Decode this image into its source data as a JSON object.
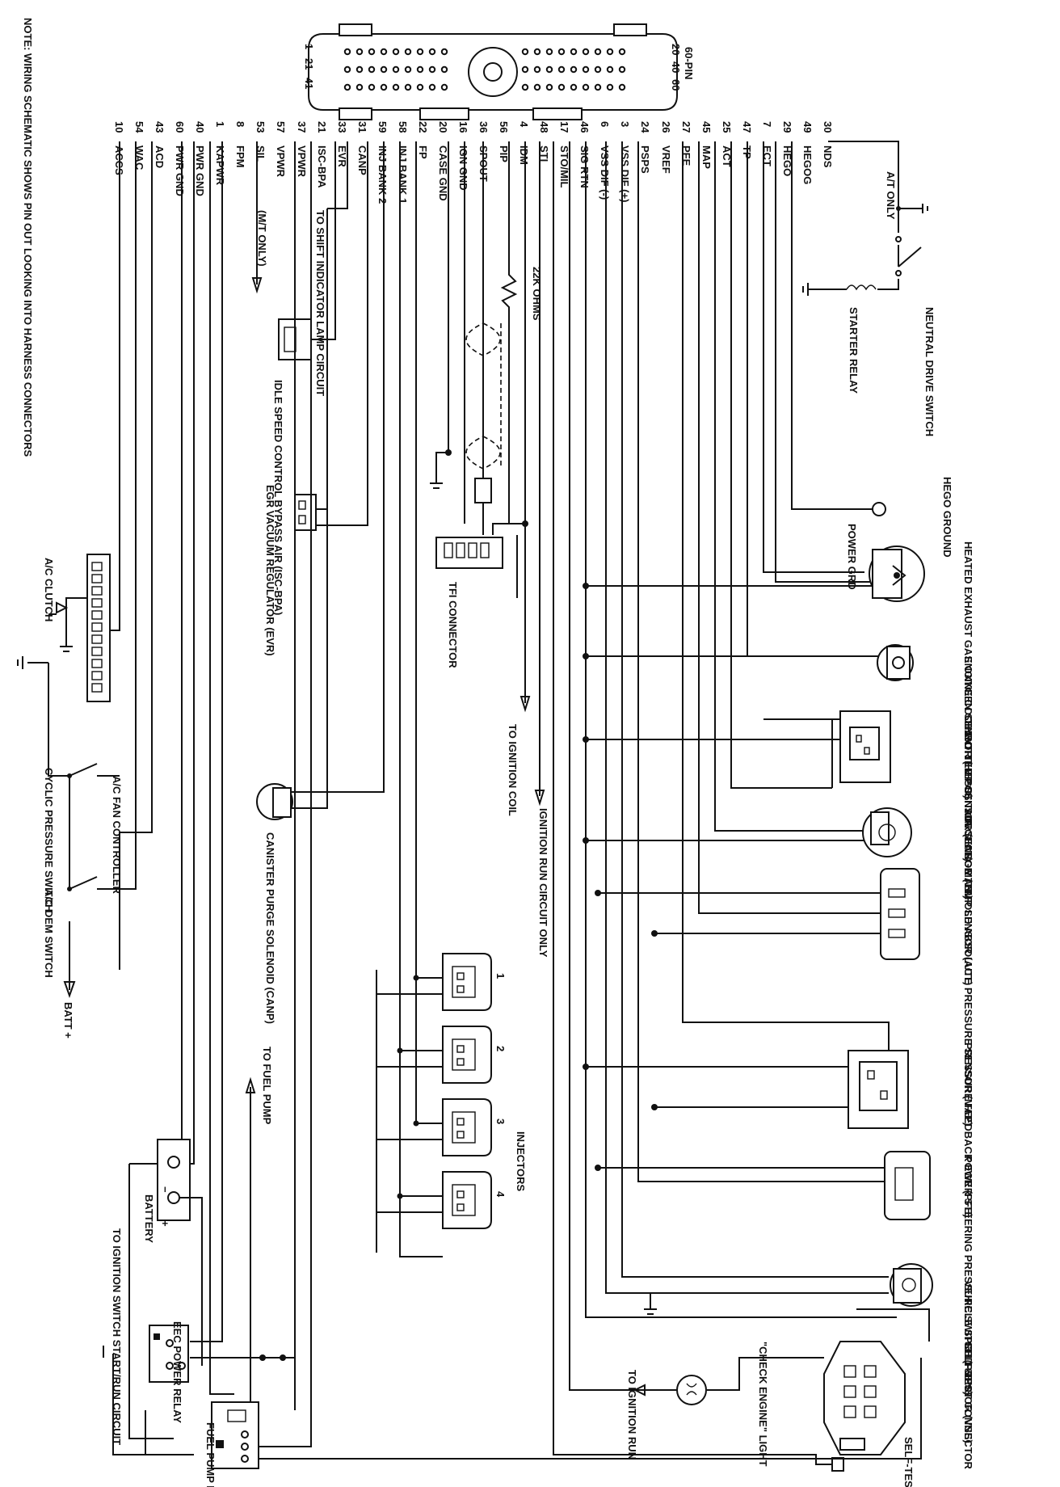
{
  "note": "NOTE: WIRING SCHEMATIC SHOWS PIN OUT LOOKING INTO HARNESS CONNECTORS",
  "connector": {
    "name": "60-PIN",
    "pin_refs_left": [
      "1",
      "21",
      "41"
    ],
    "pin_refs_right": [
      "20",
      "40",
      "60"
    ]
  },
  "pins": [
    {
      "num": "30",
      "name": "NDS"
    },
    {
      "num": "49",
      "name": "HEGOG"
    },
    {
      "num": "29",
      "name": "HEGO"
    },
    {
      "num": "7",
      "name": "ECT"
    },
    {
      "num": "47",
      "name": "TP"
    },
    {
      "num": "25",
      "name": "ACT"
    },
    {
      "num": "45",
      "name": "MAP"
    },
    {
      "num": "27",
      "name": "PFE"
    },
    {
      "num": "26",
      "name": "VREF"
    },
    {
      "num": "24",
      "name": "PSPS"
    },
    {
      "num": "3",
      "name": "VSS DIF (+)"
    },
    {
      "num": "6",
      "name": "VSS DIF (-)"
    },
    {
      "num": "46",
      "name": "SIG RTN"
    },
    {
      "num": "17",
      "name": "STO/MIL"
    },
    {
      "num": "48",
      "name": "STI"
    },
    {
      "num": "4",
      "name": "IDM"
    },
    {
      "num": "56",
      "name": "PIP"
    },
    {
      "num": "36",
      "name": "SPOUT"
    },
    {
      "num": "16",
      "name": "IGN GND"
    },
    {
      "num": "20",
      "name": "CASE GND"
    },
    {
      "num": "22",
      "name": "FP"
    },
    {
      "num": "58",
      "name": "INJ BANK 1"
    },
    {
      "num": "59",
      "name": "INJ BANK 2"
    },
    {
      "num": "31",
      "name": "CANP"
    },
    {
      "num": "33",
      "name": "EVR"
    },
    {
      "num": "21",
      "name": "ISC-BPA"
    },
    {
      "num": "37",
      "name": "VPWR"
    },
    {
      "num": "57",
      "name": "VPWR"
    },
    {
      "num": "53",
      "name": "SIL"
    },
    {
      "num": "8",
      "name": "FPM"
    },
    {
      "num": "1",
      "name": "KAPWR"
    },
    {
      "num": "40",
      "name": "PWR GND"
    },
    {
      "num": "60",
      "name": "PWR GND"
    },
    {
      "num": "43",
      "name": "ACD"
    },
    {
      "num": "54",
      "name": "WAC"
    },
    {
      "num": "10",
      "name": "ACCS"
    }
  ],
  "labels": {
    "at_only": "A/T ONLY",
    "neutral_drive": "NEUTRAL DRIVE SWITCH",
    "starter_relay": "STARTER RELAY",
    "hego_ground": "HEGO GROUND",
    "power_grd": "POWER GRD",
    "hego_sensor": "HEATED EXHAUST GAS OXYGEN SENSOR (HEGO)",
    "ect_sensor": "ENGINE COOLANT TEMP SENSOR (ECT)",
    "tp_sensor": "THROTTLE POSITION SENSOR (TP)",
    "act_sensor": "AIR CHARGE TEMP SENSOR (ACT)",
    "map_sensor": "MANIFOLD ABSOLUTE PRESSURE SENSOR (MAP)",
    "pfe_sensor": "PRESSURE FEEDBACK EGR (PFE)",
    "psps_switch": "POWER STEERING PRESSURE SWITCH (PSPS)",
    "vss_sensor": "VEHICLE SPEED SENSOR (VSS)",
    "self_test_conn": "SELF-TEST CONNECTOR",
    "self_test_input": "SELF-TEST INPUT (STI)",
    "check_engine": "\"CHECK ENGINE\" LIGHT",
    "to_ign_run": "TO IGNITION RUN",
    "ohms": "22K OHMS",
    "tfi": "TFI CONNECTOR",
    "to_ign_coil": "TO IGNITION COIL",
    "ign_run_only": "IGNITION RUN CIRCUIT ONLY",
    "to_shift": "TO SHIFT INDICATOR LAMP CIRCUIT",
    "mt_only": "(M/T ONLY)",
    "isc": "IDLE SPEED CONTROL BYPASS AIR (ISC-BPA)",
    "evr": "EGR VACUUM REGULATOR (EVR)",
    "canp": "CANISTER PURGE SOLENOID (CANP)",
    "injectors": "INJECTORS",
    "inj_nums": [
      "1",
      "2",
      "3",
      "4"
    ],
    "to_fuel_pump": "TO FUEL PUMP",
    "battery": "BATTERY",
    "eec_relay": "EEC POWER RELAY",
    "fuel_relay": "FUEL PUMP RELAY",
    "to_ign_switch": "TO IGNITION SWITCH START/RUN CIRCUIT",
    "ac_clutch": "A/C CLUTCH",
    "fan_controller": "A/C FAN CONTROLLER",
    "cyclic_switch": "CYCLIC PRESSURE SWITCH",
    "ac_dem_switch": "A/C DEM SWITCH",
    "batt_plus": "BATT +",
    "minus": "−",
    "plus": "+"
  }
}
